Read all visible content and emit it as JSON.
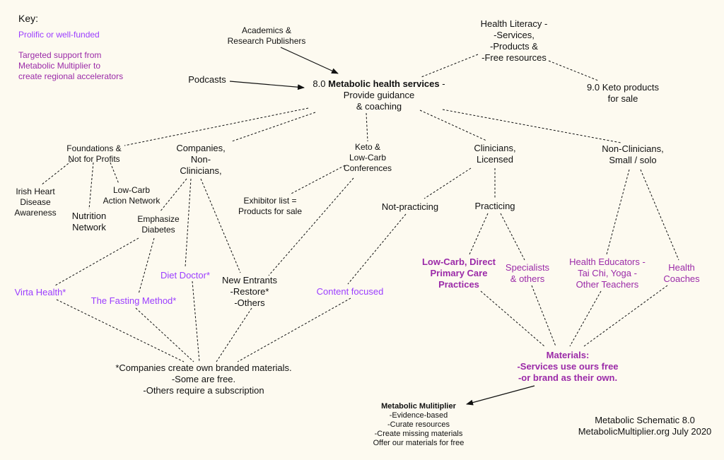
{
  "key": {
    "title": "Key:",
    "prolific": "Prolific or well-funded",
    "targeted": "Targeted support from\nMetabolic Multiplier to\ncreate regional accelerators"
  },
  "colors": {
    "background": "#fdfaf0",
    "text": "#111111",
    "prolific": "#9b3dff",
    "targeted": "#9b2aa8"
  },
  "nodes": {
    "academics": "Academics &\nResearch Publishers",
    "podcasts": "Podcasts",
    "health_literacy": "Health Literacy -\n-Services,\n-Products &\n-Free resources",
    "keto_products": "9.0 Keto products\nfor sale",
    "center_prefix": "8.0 ",
    "center_bold": "Metabolic health services",
    "center_suffix": " -\nProvide guidance\n& coaching",
    "foundations": "Foundations &\nNot for Profits",
    "companies": "Companies,\nNon-\nClinicians,",
    "keto_conf": "Keto &\nLow-Carb\nConferences",
    "clinicians": "Clinicians,\nLicensed",
    "non_clinicians": "Non-Clinicians,\nSmall / solo",
    "irish_heart": "Irish Heart\nDisease\nAwareness",
    "nutrition_network": "Nutrition\nNetwork",
    "low_carb_action": "Low-Carb\nAction Network",
    "emphasize_diabetes": "Emphasize\nDiabetes",
    "exhibitor": "Exhibitor list =\nProducts for sale",
    "not_practicing": "Not-practicing",
    "practicing": "Practicing",
    "virta": "Virta Health*",
    "fasting": "The Fasting Method*",
    "diet_doctor": "Diet Doctor*",
    "new_entrants": "New Entrants\n-Restore*\n-Others",
    "content_focused": "Content focused",
    "low_carb_dpc": "Low-Carb, Direct\nPrimary Care\nPractices",
    "specialists": "Specialists\n& others",
    "health_educators": "Health Educators -\nTai Chi, Yoga -\nOther Teachers",
    "health_coaches": "Health\nCoaches",
    "companies_materials": "*Companies create own branded materials.\n-Some are free.\n-Others require a subscription",
    "materials": "Materials:\n-Services use ours free\n-or brand as their own.",
    "mm_title": "Metabolic Mulitiplier",
    "mm_body": "-Evidence-based\n-Curate resources\n-Create missing materials\nOffer our materials for free",
    "schematic": "Metabolic Schematic 8.0\nMetabolicMultiplier.org July 2020"
  }
}
